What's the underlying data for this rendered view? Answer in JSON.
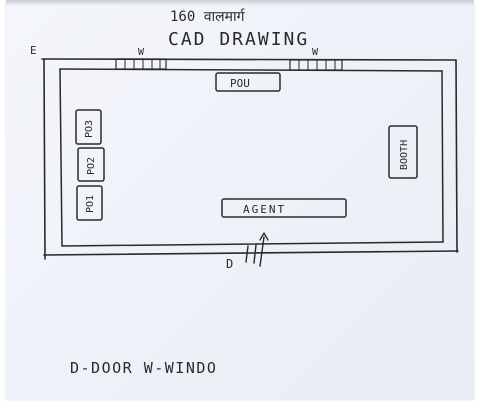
{
  "header": {
    "top_note": "160 वालमार्ग",
    "title": "CAD DRAWING"
  },
  "plan": {
    "corner_mark": "E",
    "window_mark_left": "W",
    "window_mark_right": "W",
    "rooms": {
      "pou": "POU",
      "po3": "PO3",
      "po2": "PO2",
      "po1": "PO1",
      "booth": "BOOTH",
      "agent": "AGENT"
    },
    "door_mark": "D"
  },
  "legend": {
    "text": "D-DOOR W-WINDO"
  },
  "colors": {
    "ink": "#2a2a2a",
    "paper": "#eef1f8"
  }
}
